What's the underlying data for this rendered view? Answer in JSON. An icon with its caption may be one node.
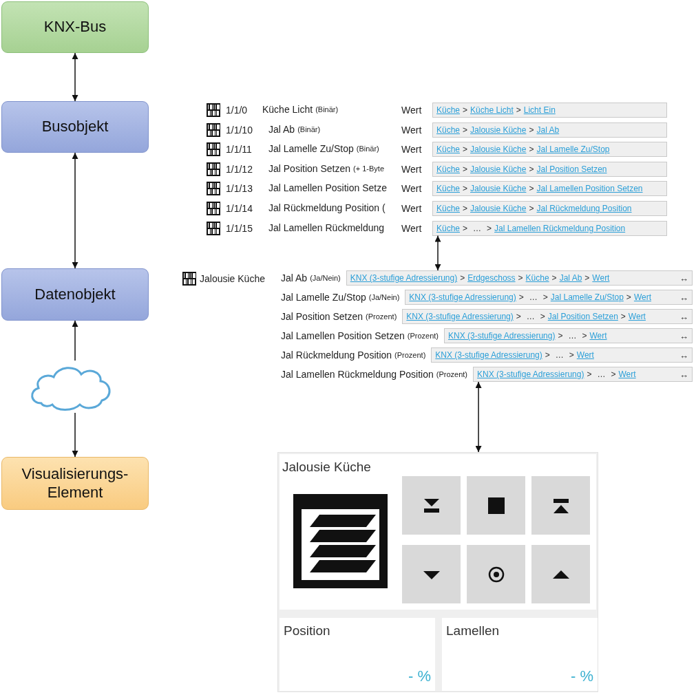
{
  "diagram": {
    "nodes": [
      {
        "text": [
          "KNX-Bus"
        ]
      },
      {
        "text": [
          "Busobjekt"
        ]
      },
      {
        "text": [
          "Datenobjekt"
        ]
      },
      {
        "text": [],
        "shape": "cloud"
      },
      {
        "text": [
          "Visualisierungs- Element"
        ]
      },
      {
        "text": [
          "Küche > Küche Licht > Licht Ein"
        ]
      },
      {
        "text": [
          "Küche > Jalousie Küche > Jal Ab"
        ]
      },
      {
        "text": [
          "Küche > Jalousie Küche > Jal Lamelle Zu/Stop"
        ]
      },
      {
        "text": [
          "Küche > Jalousie Küche > Jal Position Setzen"
        ]
      },
      {
        "text": [
          "Küche > Jalousie Küche > Jal Lamellen Position Setzen"
        ]
      },
      {
        "text": [
          "Küche > Jalousie Küche > Jal Rückmeldung Position"
        ]
      },
      {
        "text": [
          "Küche > … > Jal Lamellen Rückmeldung Position"
        ]
      },
      {
        "text": [
          "KNX (3-stufige Adressierung) > Erdgeschoss > Küche > Jal Ab > Wert",
          "↔"
        ]
      },
      {
        "text": [
          "KNX (3-stufige Adressierung) > … > Jal Lamelle Zu/Stop > Wert",
          "↔"
        ]
      },
      {
        "text": [
          "KNX (3-stufige Adressierung) > … > Jal Position Setzen > Wert",
          "↔"
        ]
      },
      {
        "text": [
          "KNX (3-stufige Adressierung) > … > Wert",
          "↔"
        ]
      },
      {
        "text": [
          "KNX (3-stufige Adressierung) > … > Wert",
          "↔"
        ]
      },
      {
        "text": [
          "KNX (3-stufige Adressierung) > … > Wert",
          "↔"
        ]
      },
      {
        "text": [
          "Jalousie Küche"
        ]
      },
      {
        "text": [],
        "shape": "box",
        "in": 18
      },
      {
        "text": [],
        "shape": "box",
        "in": 18
      },
      {
        "text": [],
        "shape": "box",
        "in": 18
      },
      {
        "text": [],
        "shape": "box",
        "in": 18
      },
      {
        "text": [],
        "shape": "box",
        "in": 18
      },
      {
        "text": [],
        "shape": "box",
        "in": 18
      },
      {
        "text": [
          "Position",
          "- %"
        ],
        "in": 18
      },
      {
        "text": [
          "Lamellen",
          "- %"
        ],
        "in": 18
      }
    ],
    "edges": [
      {
        "from": 0,
        "to": 1,
        "arrow": "both"
      },
      {
        "from": 1,
        "to": 2,
        "arrow": "both"
      },
      {
        "from": 3,
        "to": 2,
        "arrow": "to"
      },
      {
        "from": 3,
        "to": 4,
        "arrow": "to"
      },
      {
        "from": 11,
        "to": 12,
        "arrow": "both"
      },
      {
        "from": 17,
        "to": 18,
        "arrow": "both"
      }
    ],
    "labels": [
      "1/1/0",
      "Küche Licht",
      "(Binär)",
      "Wert",
      "1/1/10",
      "Jal Ab",
      "(Binär)",
      "Wert",
      "1/1/11",
      "Jal Lamelle Zu/Stop",
      "(Binär)",
      "Wert",
      "1/1/12",
      "Jal Position Setzen",
      "(+ 1-Byte",
      "Wert",
      "1/1/13",
      "Jal Lamellen Position Setze",
      "Wert",
      "1/1/14",
      "Jal Rückmeldung Position (",
      "Wert",
      "1/1/15",
      "Jal Lamellen Rückmeldung",
      "Wert",
      "Jalousie Küche",
      "Jal Ab",
      "(Ja/Nein)",
      "Jal Lamelle Zu/Stop",
      "(Ja/Nein)",
      "Jal Position Setzen",
      "(Prozent)",
      "Jal Lamellen Position Setzen",
      "(Prozent)",
      "Jal Rückmeldung Position",
      "(Prozent)",
      "Jal Lamellen Rückmeldung Position",
      "(Prozent)"
    ]
  }
}
